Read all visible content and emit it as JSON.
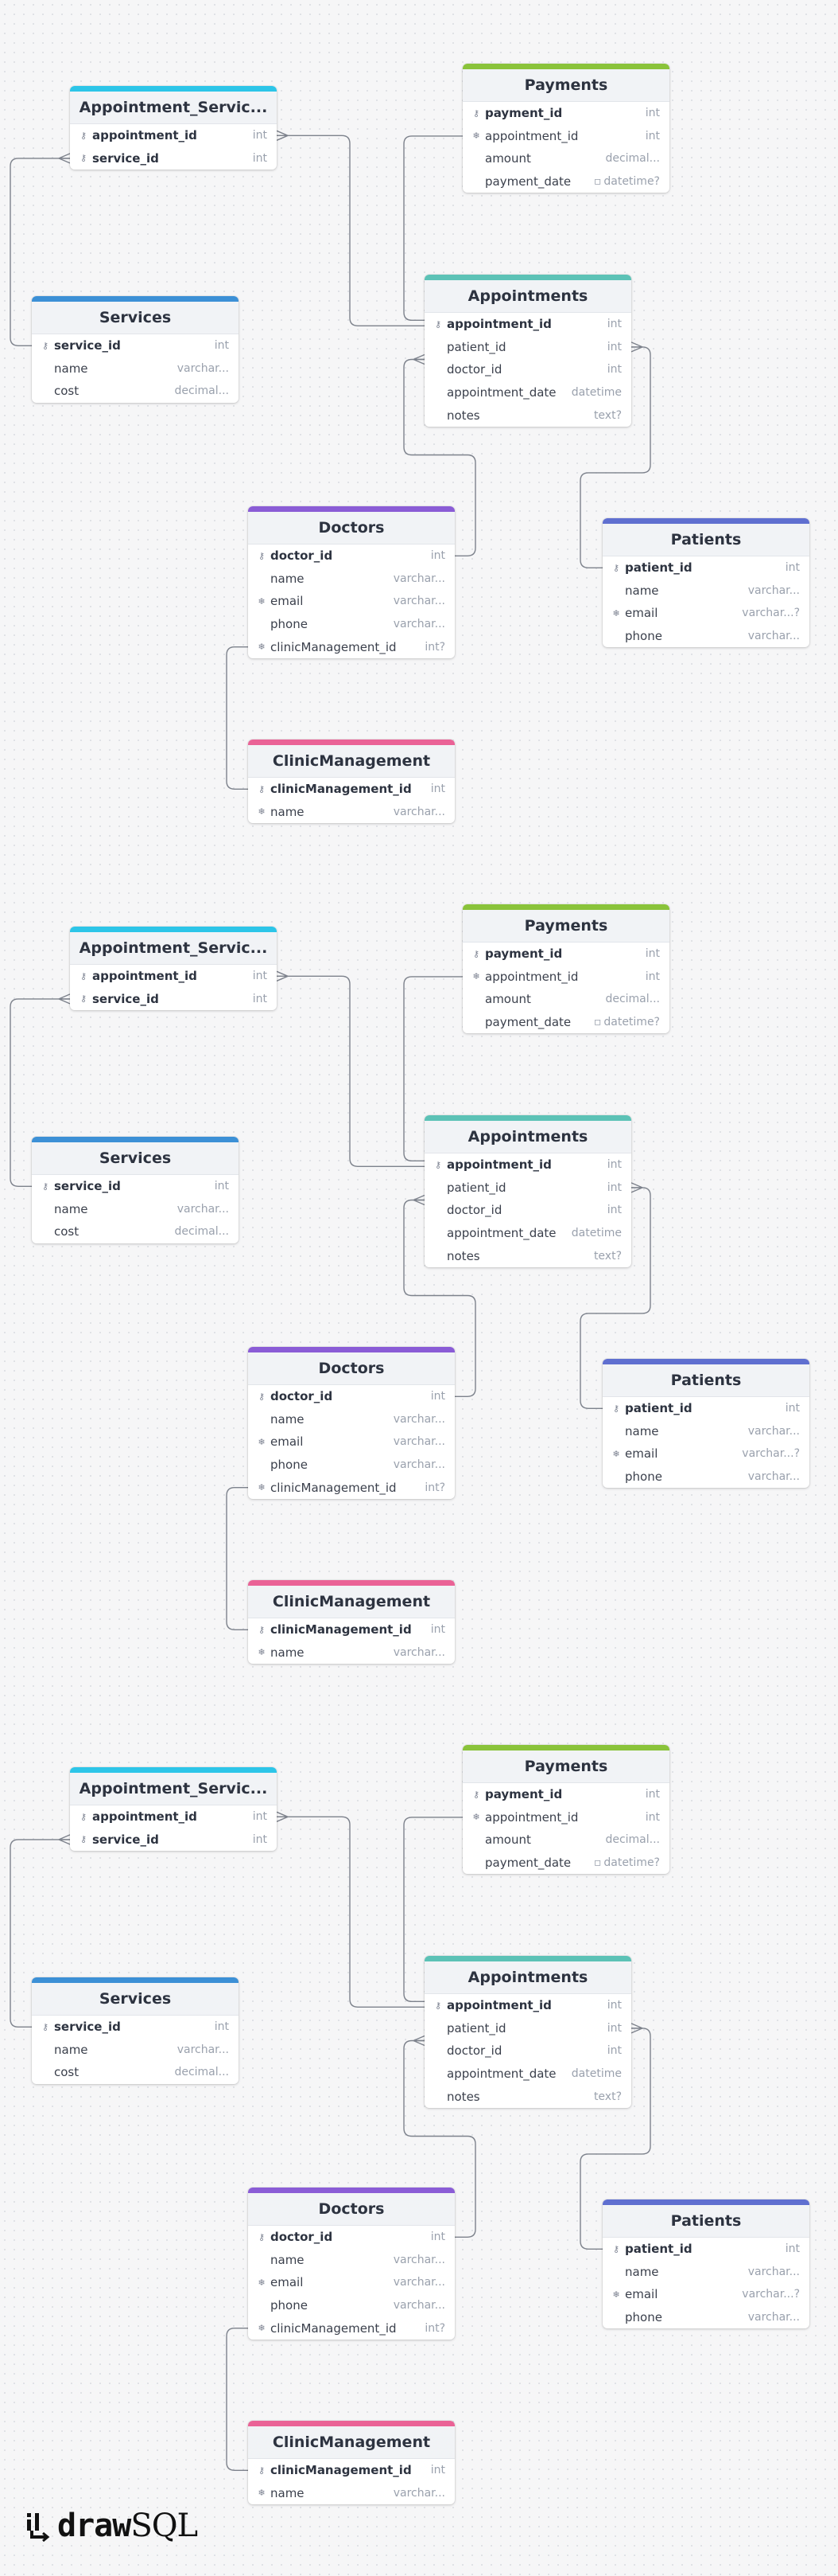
{
  "app": {
    "logo_bold": "draw",
    "logo_light": "SQL"
  },
  "colors": {
    "cyan": "#2cc5e8",
    "green": "#8ac33a",
    "teal": "#5cc2b6",
    "blue": "#3c90d6",
    "purple": "#8a5cd6",
    "indigo": "#5f6fd0",
    "pink": "#ea6296"
  },
  "tables": {
    "appointment_services": {
      "title": "Appointment_Servic...",
      "color": "cyan",
      "fields": [
        {
          "name": "appointment_id",
          "type": "int",
          "icon": "key",
          "pk": true
        },
        {
          "name": "service_id",
          "type": "int",
          "icon": "key",
          "pk": true
        }
      ]
    },
    "payments": {
      "title": "Payments",
      "color": "green",
      "fields": [
        {
          "name": "payment_id",
          "type": "int",
          "icon": "key",
          "pk": true
        },
        {
          "name": "appointment_id",
          "type": "int",
          "icon": "unique",
          "pk": false
        },
        {
          "name": "amount",
          "type": "decimal...",
          "icon": "",
          "pk": false
        },
        {
          "name": "payment_date",
          "type": "datetime?",
          "icon": "",
          "pk": false,
          "typeIcon": "note"
        }
      ]
    },
    "services": {
      "title": "Services",
      "color": "blue",
      "fields": [
        {
          "name": "service_id",
          "type": "int",
          "icon": "key",
          "pk": true
        },
        {
          "name": "name",
          "type": "varchar...",
          "icon": "",
          "pk": false
        },
        {
          "name": "cost",
          "type": "decimal...",
          "icon": "",
          "pk": false
        }
      ]
    },
    "appointments": {
      "title": "Appointments",
      "color": "teal",
      "fields": [
        {
          "name": "appointment_id",
          "type": "int",
          "icon": "key",
          "pk": true
        },
        {
          "name": "patient_id",
          "type": "int",
          "icon": "",
          "pk": false
        },
        {
          "name": "doctor_id",
          "type": "int",
          "icon": "",
          "pk": false
        },
        {
          "name": "appointment_date",
          "type": "datetime",
          "icon": "",
          "pk": false
        },
        {
          "name": "notes",
          "type": "text?",
          "icon": "",
          "pk": false
        }
      ]
    },
    "doctors": {
      "title": "Doctors",
      "color": "purple",
      "fields": [
        {
          "name": "doctor_id",
          "type": "int",
          "icon": "key",
          "pk": true
        },
        {
          "name": "name",
          "type": "varchar...",
          "icon": "",
          "pk": false
        },
        {
          "name": "email",
          "type": "varchar...",
          "icon": "unique",
          "pk": false
        },
        {
          "name": "phone",
          "type": "varchar...",
          "icon": "",
          "pk": false
        },
        {
          "name": "clinicManagement_id",
          "type": "int?",
          "icon": "unique",
          "pk": false
        }
      ]
    },
    "patients": {
      "title": "Patients",
      "color": "indigo",
      "fields": [
        {
          "name": "patient_id",
          "type": "int",
          "icon": "key",
          "pk": true
        },
        {
          "name": "name",
          "type": "varchar...",
          "icon": "",
          "pk": false
        },
        {
          "name": "email",
          "type": "varchar...?",
          "icon": "unique",
          "pk": false
        },
        {
          "name": "phone",
          "type": "varchar...",
          "icon": "",
          "pk": false
        }
      ]
    },
    "clinic_management": {
      "title": "ClinicManagement",
      "color": "pink",
      "fields": [
        {
          "name": "clinicManagement_id",
          "type": "int",
          "icon": "key",
          "pk": true
        },
        {
          "name": "name",
          "type": "varchar...",
          "icon": "unique",
          "pk": false
        }
      ]
    }
  },
  "relations": [
    {
      "from": "appointment_services.service_id",
      "to": "services.service_id"
    },
    {
      "from": "appointment_services.appointment_id",
      "to": "appointments.appointment_id"
    },
    {
      "from": "payments.appointment_id",
      "to": "appointments.appointment_id"
    },
    {
      "from": "appointments.doctor_id",
      "to": "doctors.doctor_id"
    },
    {
      "from": "appointments.patient_id",
      "to": "patients.patient_id"
    },
    {
      "from": "doctors.clinicManagement_id",
      "to": "clinic_management.clinicManagement_id"
    }
  ],
  "copies": 3
}
